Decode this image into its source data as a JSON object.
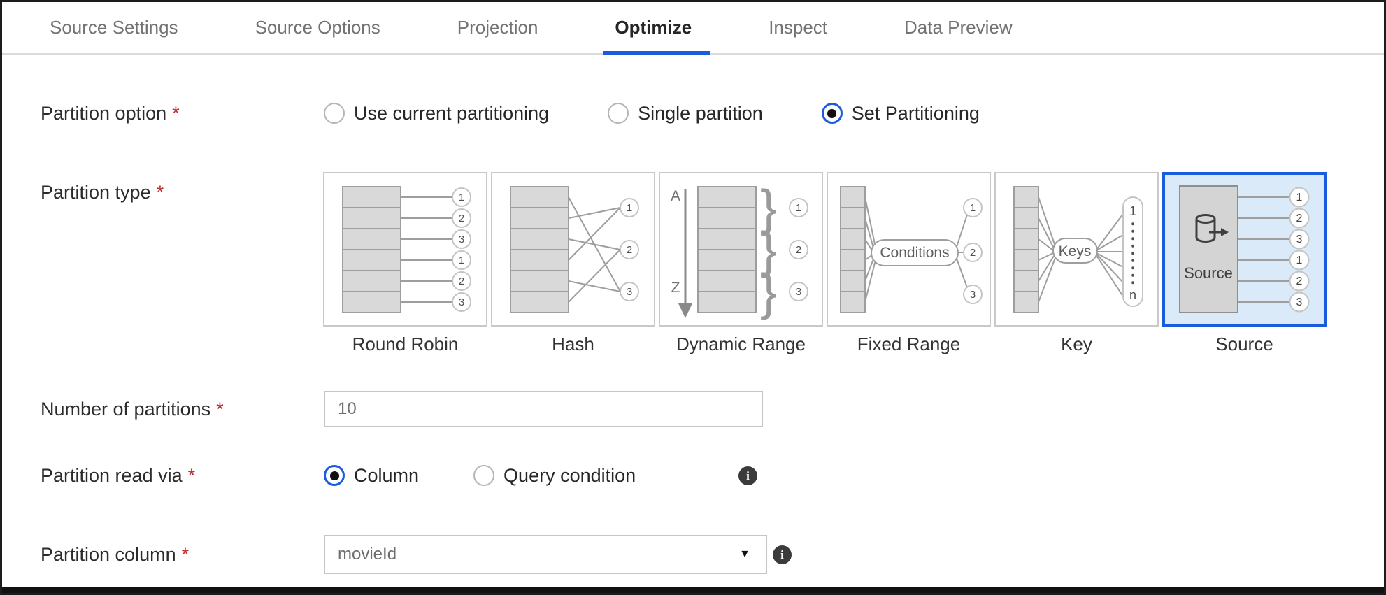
{
  "colors": {
    "accent_blue": "#1b5bdd",
    "selected_tile_bg": "#daeaf8",
    "required_red": "#c02b2b",
    "tab_inactive_gray": "#737373",
    "info_icon_bg": "#3b3b3b"
  },
  "tabs": {
    "items": [
      {
        "label": "Source Settings",
        "active": false
      },
      {
        "label": "Source Options",
        "active": false
      },
      {
        "label": "Projection",
        "active": false
      },
      {
        "label": "Optimize",
        "active": true
      },
      {
        "label": "Inspect",
        "active": false
      },
      {
        "label": "Data Preview",
        "active": false
      }
    ]
  },
  "ui": {
    "required_mark": "*"
  },
  "icons": {
    "info": "i",
    "dropdown_caret": "▼"
  },
  "form": {
    "partition_option": {
      "label": "Partition option",
      "options": [
        {
          "label": "Use current partitioning",
          "selected": false
        },
        {
          "label": "Single partition",
          "selected": false
        },
        {
          "label": "Set Partitioning",
          "selected": true
        }
      ]
    },
    "partition_type": {
      "label": "Partition type",
      "selected": "Source",
      "tiles": [
        {
          "name": "Round Robin",
          "selected": false,
          "circles": [
            "1",
            "2",
            "3",
            "1",
            "2",
            "3"
          ]
        },
        {
          "name": "Hash",
          "selected": false,
          "circles": [
            "1",
            "2",
            "3"
          ]
        },
        {
          "name": "Dynamic Range",
          "selected": false,
          "range_top": "A",
          "range_bottom": "Z",
          "circles": [
            "1",
            "2",
            "3"
          ]
        },
        {
          "name": "Fixed Range",
          "selected": false,
          "pill_label": "Conditions",
          "circles": [
            "1",
            "2",
            "3"
          ]
        },
        {
          "name": "Key",
          "selected": false,
          "pill_label": "Keys",
          "list_top": "1",
          "list_bottom": "n"
        },
        {
          "name": "Source",
          "selected": true,
          "box_label": "Source",
          "circles": [
            "1",
            "2",
            "3",
            "1",
            "2",
            "3"
          ]
        }
      ]
    },
    "number_of_partitions": {
      "label": "Number of partitions",
      "value": "10"
    },
    "partition_read_via": {
      "label": "Partition read via",
      "options": [
        {
          "label": "Column",
          "selected": true
        },
        {
          "label": "Query condition",
          "selected": false
        }
      ]
    },
    "partition_column": {
      "label": "Partition column",
      "value": "movieId"
    }
  }
}
